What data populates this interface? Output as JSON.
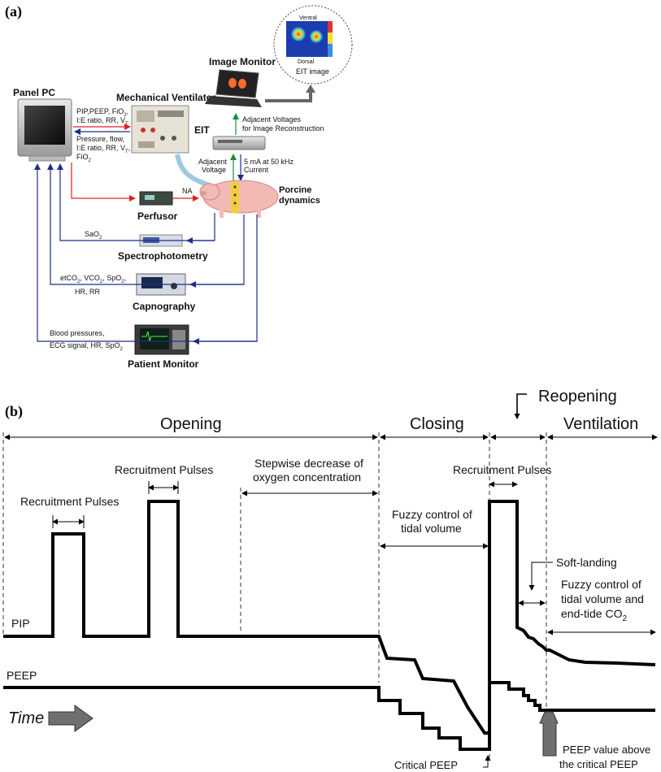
{
  "panel_a": {
    "label": "(a)",
    "devices": {
      "panel_pc": "Panel PC",
      "ventilator": "Mechanical Ventilator",
      "image_monitor": "Image Monitor",
      "eit": "EIT",
      "perfusor": "Perfusor",
      "porcine": [
        "Porcine",
        "dynamics"
      ],
      "spectro": "Spectrophotometry",
      "capno": "Capnography",
      "patient_monitor": "Patient Monitor"
    },
    "eit_image": {
      "ventral": "Ventral",
      "dorsal": "Dorsal",
      "caption": "EIT image"
    },
    "signals": {
      "pc_to_vent_1": "PIP,PEEP, FiO",
      "pc_to_vent_1_sub": "2",
      "pc_to_vent_1_end": ",",
      "pc_to_vent_2": "I:E ratio, RR, V",
      "pc_to_vent_2_sub": "T",
      "vent_to_pc_1": "Pressure, flow,",
      "vent_to_pc_2": "I:E ratio, RR, V",
      "vent_to_pc_2_sub": "T",
      "vent_to_pc_2_end": ",",
      "vent_to_pc_3": "FiO",
      "vent_to_pc_3_sub": "2",
      "eit_up_1": "Adjacent Voltages",
      "eit_up_2": "for Image Reconstruction",
      "adj_v_1": "Adjacent",
      "adj_v_2": "Voltage",
      "current_1": "5 mA at 50 kHz",
      "current_2": "Current",
      "na": "NA",
      "sao2": "SaO",
      "sao2_sub": "2",
      "capno_1a": "etCO",
      "capno_1a_sub": "2",
      "capno_1b": ", VCO",
      "capno_1b_sub": "2",
      "capno_1c": ", SpO",
      "capno_1c_sub": "2",
      "capno_1d": ",",
      "capno_2": "HR, RR",
      "pm_1": "Blood pressures,",
      "pm_2": "ECG signal, HR, SpO",
      "pm_2_sub": "2"
    },
    "colors": {
      "feedback": "#1f2d8c",
      "control": "#e02020",
      "eit": "#1a8a3a"
    }
  },
  "panel_b": {
    "label": "(b)",
    "phases": [
      "Opening",
      "Closing",
      "Ventilation"
    ],
    "reopening": "Reopening",
    "recruitment_1": "Recruitment Pulses",
    "recruitment_2": "Recruitment Pulses",
    "recruitment_3": "Recruitment Pulses",
    "stepwise_1": "Stepwise decrease of",
    "stepwise_2": "oxygen concentration",
    "fuzzy_tidal_1": "Fuzzy control of",
    "fuzzy_tidal_2": "tidal volume",
    "soft_landing": "Soft-landing",
    "fuzzy_co2_1": "Fuzzy control of",
    "fuzzy_co2_2": "tidal volume and",
    "fuzzy_co2_3": "end-tide CO",
    "fuzzy_co2_3_sub": "2",
    "pip": "PIP",
    "peep": "PEEP",
    "time": "Time",
    "critical_peep": "Critical PEEP",
    "peep_above_1": "PEEP value above",
    "peep_above_2": "the critical PEEP"
  }
}
